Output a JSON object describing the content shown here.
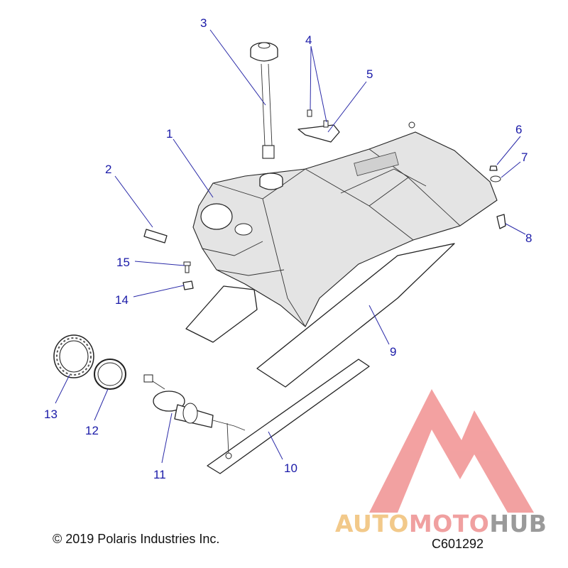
{
  "diagram": {
    "callouts": [
      "1",
      "2",
      "3",
      "4",
      "5",
      "6",
      "7",
      "8",
      "9",
      "10",
      "11",
      "12",
      "13",
      "14",
      "15"
    ]
  },
  "footer": {
    "copyright": "© 2019 Polaris Industries Inc.",
    "figure_number": "C601292"
  },
  "watermark": {
    "part1": "AUTO",
    "part2": "MOTO",
    "part3": "HUB",
    "colors": {
      "auto": "#f2c98a",
      "moto": "#f0a0a0",
      "hub": "#9a9a9a",
      "logo": "#f08a8a"
    }
  }
}
